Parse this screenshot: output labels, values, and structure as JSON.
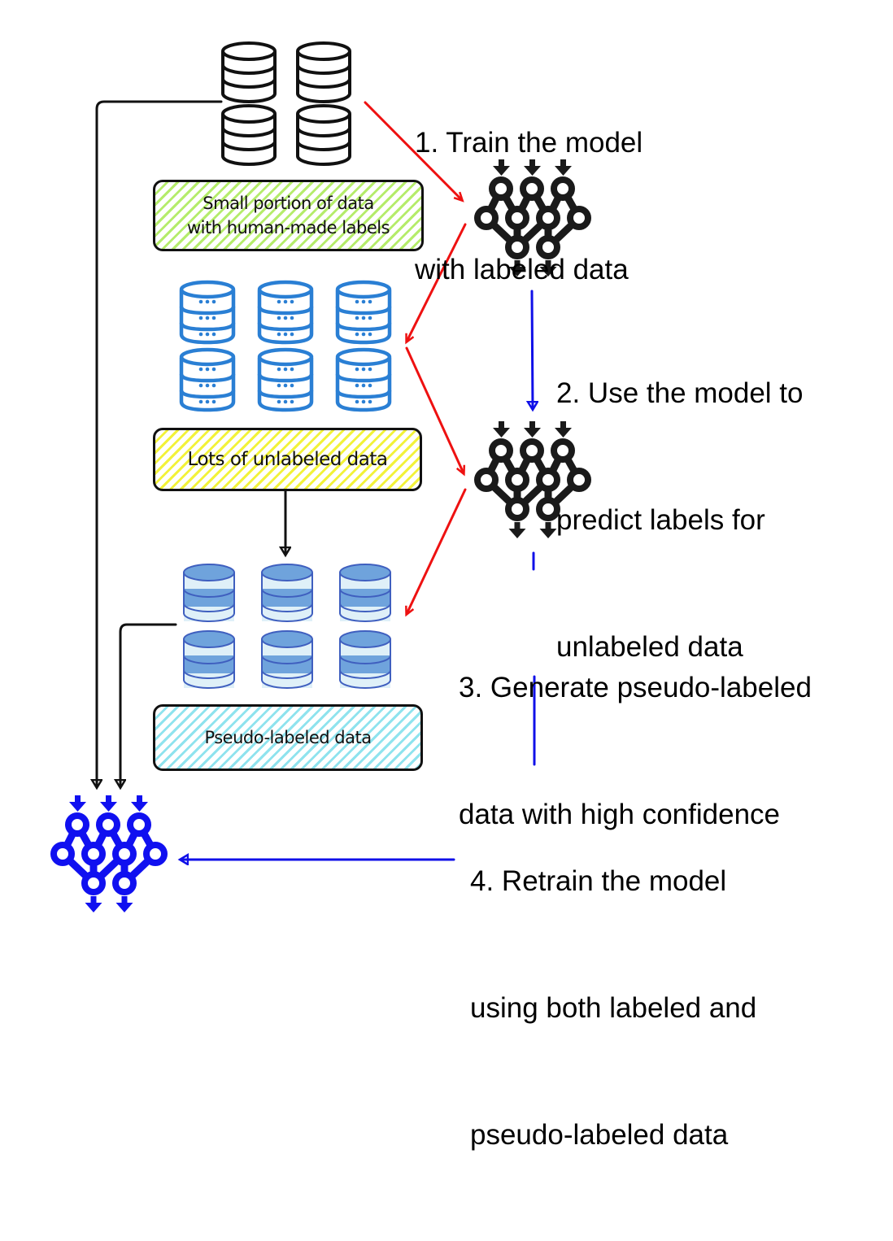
{
  "steps": [
    {
      "lines": [
        "1. Train the model",
        "with labeled data"
      ]
    },
    {
      "lines": [
        "2. Use the model to",
        "predict labels for",
        "unlabeled data"
      ]
    },
    {
      "lines": [
        "3. Generate pseudo-labeled",
        "data with high confidence"
      ]
    },
    {
      "lines": [
        "4. Retrain the model",
        "using both labeled and",
        "pseudo-labeled data"
      ]
    }
  ],
  "labels": {
    "labeled": [
      "Small portion of data",
      "with human-made labels"
    ],
    "unlabeled": [
      "Lots of unlabeled data"
    ],
    "pseudo": [
      "Pseudo-labeled data"
    ]
  },
  "icons": {
    "labeled_db": "database-icon",
    "unlabeled_db": "server-database-icon",
    "pseudo_db": "database-icon",
    "model": "neural-network-icon"
  },
  "colors": {
    "flow_red": "#ee1111",
    "flow_blue": "#1010e8",
    "model_black": "#1a1a1a",
    "model_blue": "#1010f0",
    "unlabeled_db_blue": "#2a7fd4",
    "pseudo_db_dark": "#6fa3dc",
    "pseudo_db_light": "#dff0f8",
    "pseudo_db_stroke": "#3f5fbf"
  }
}
